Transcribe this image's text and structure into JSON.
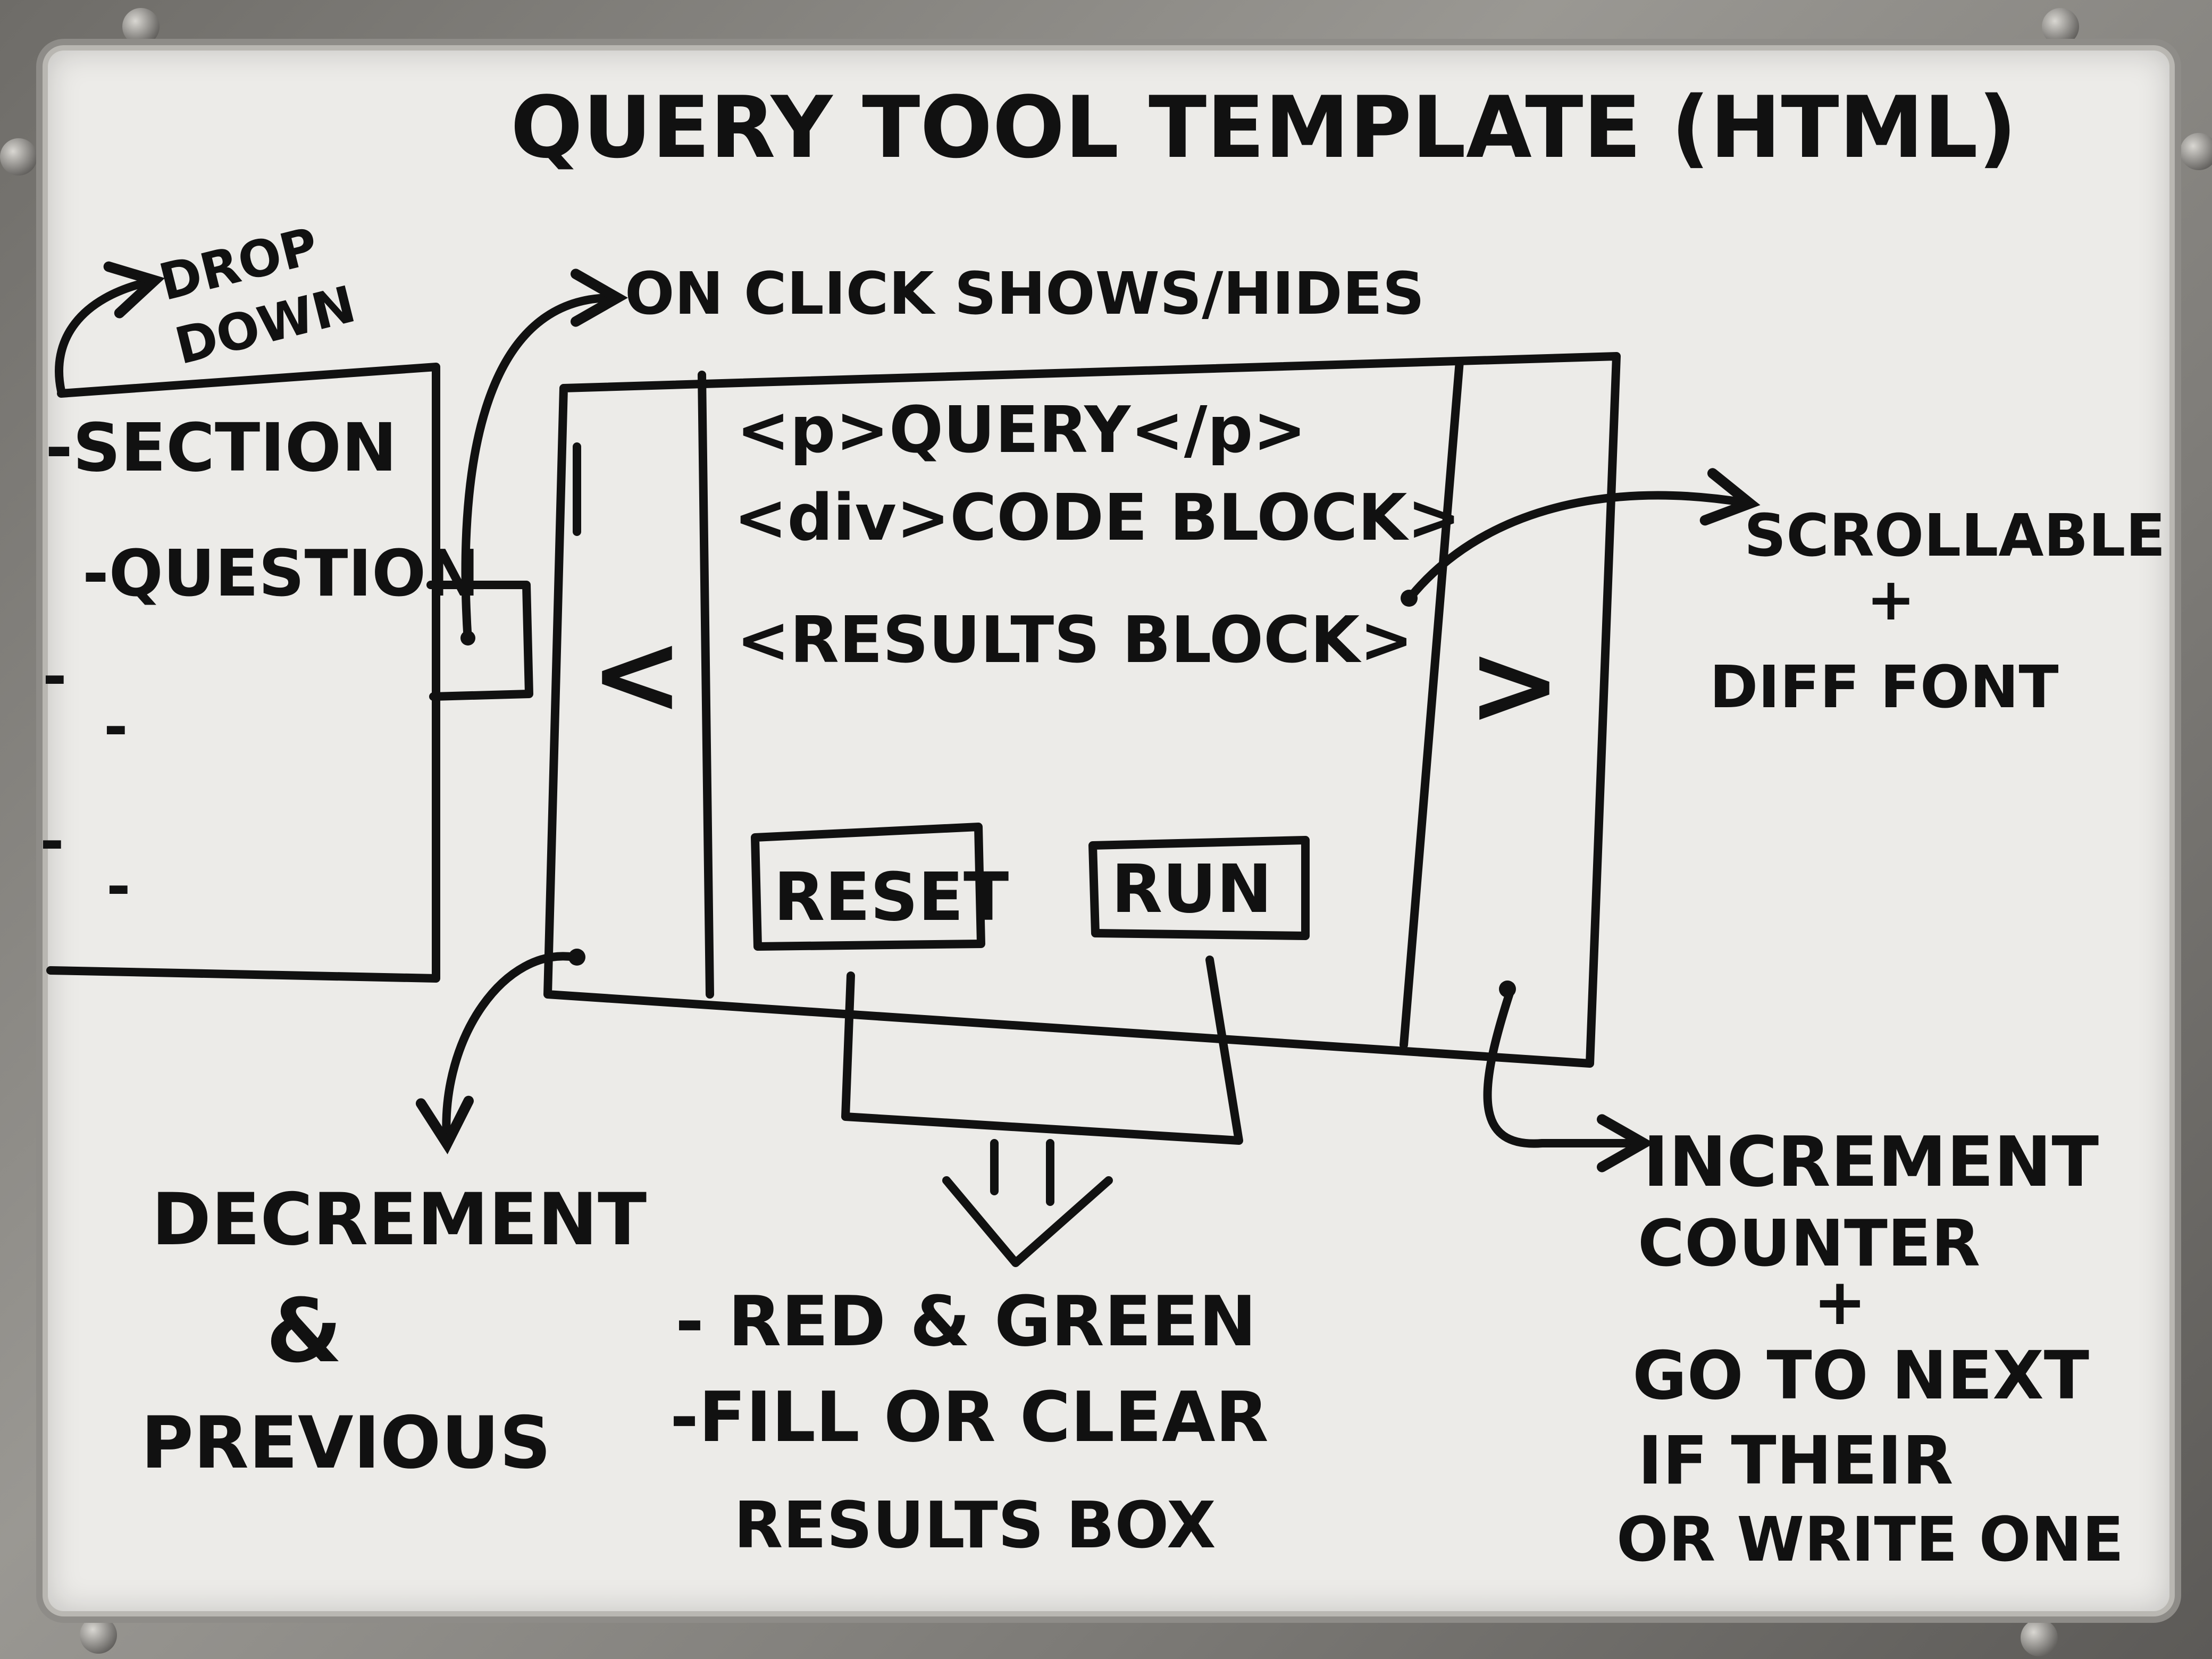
{
  "title": "QUERY TOOL TEMPLATE (HTML)",
  "dropdown_label": [
    "DROP",
    "DOWN"
  ],
  "sidebar": {
    "section": "-SECTION",
    "question": "-QUESTION",
    "dashes": [
      "-",
      "-",
      "-",
      "-"
    ]
  },
  "toggle_note": "ON CLICK SHOWS/HIDES",
  "panel": {
    "lines": [
      "<p>QUERY</p>",
      "<div>CODE BLOCK>",
      "<RESULTS BLOCK>"
    ],
    "prev_arrow": "<",
    "next_arrow": ">",
    "reset_button": "RESET",
    "run_button": "RUN"
  },
  "scroll_note": [
    "SCROLLABLE",
    "+",
    "DIFF FONT"
  ],
  "decrement_note": [
    "DECREMENT",
    "&",
    "PREVIOUS"
  ],
  "button_notes": [
    "- RED & GREEN",
    "-FILL OR CLEAR",
    "RESULTS BOX"
  ],
  "increment_note": [
    "INCREMENT",
    "COUNTER",
    "+",
    "GO TO NEXT",
    "IF THEIR",
    "OR WRITE ONE"
  ],
  "colors": {
    "ink": "#111111",
    "board": "#ecebe8"
  }
}
